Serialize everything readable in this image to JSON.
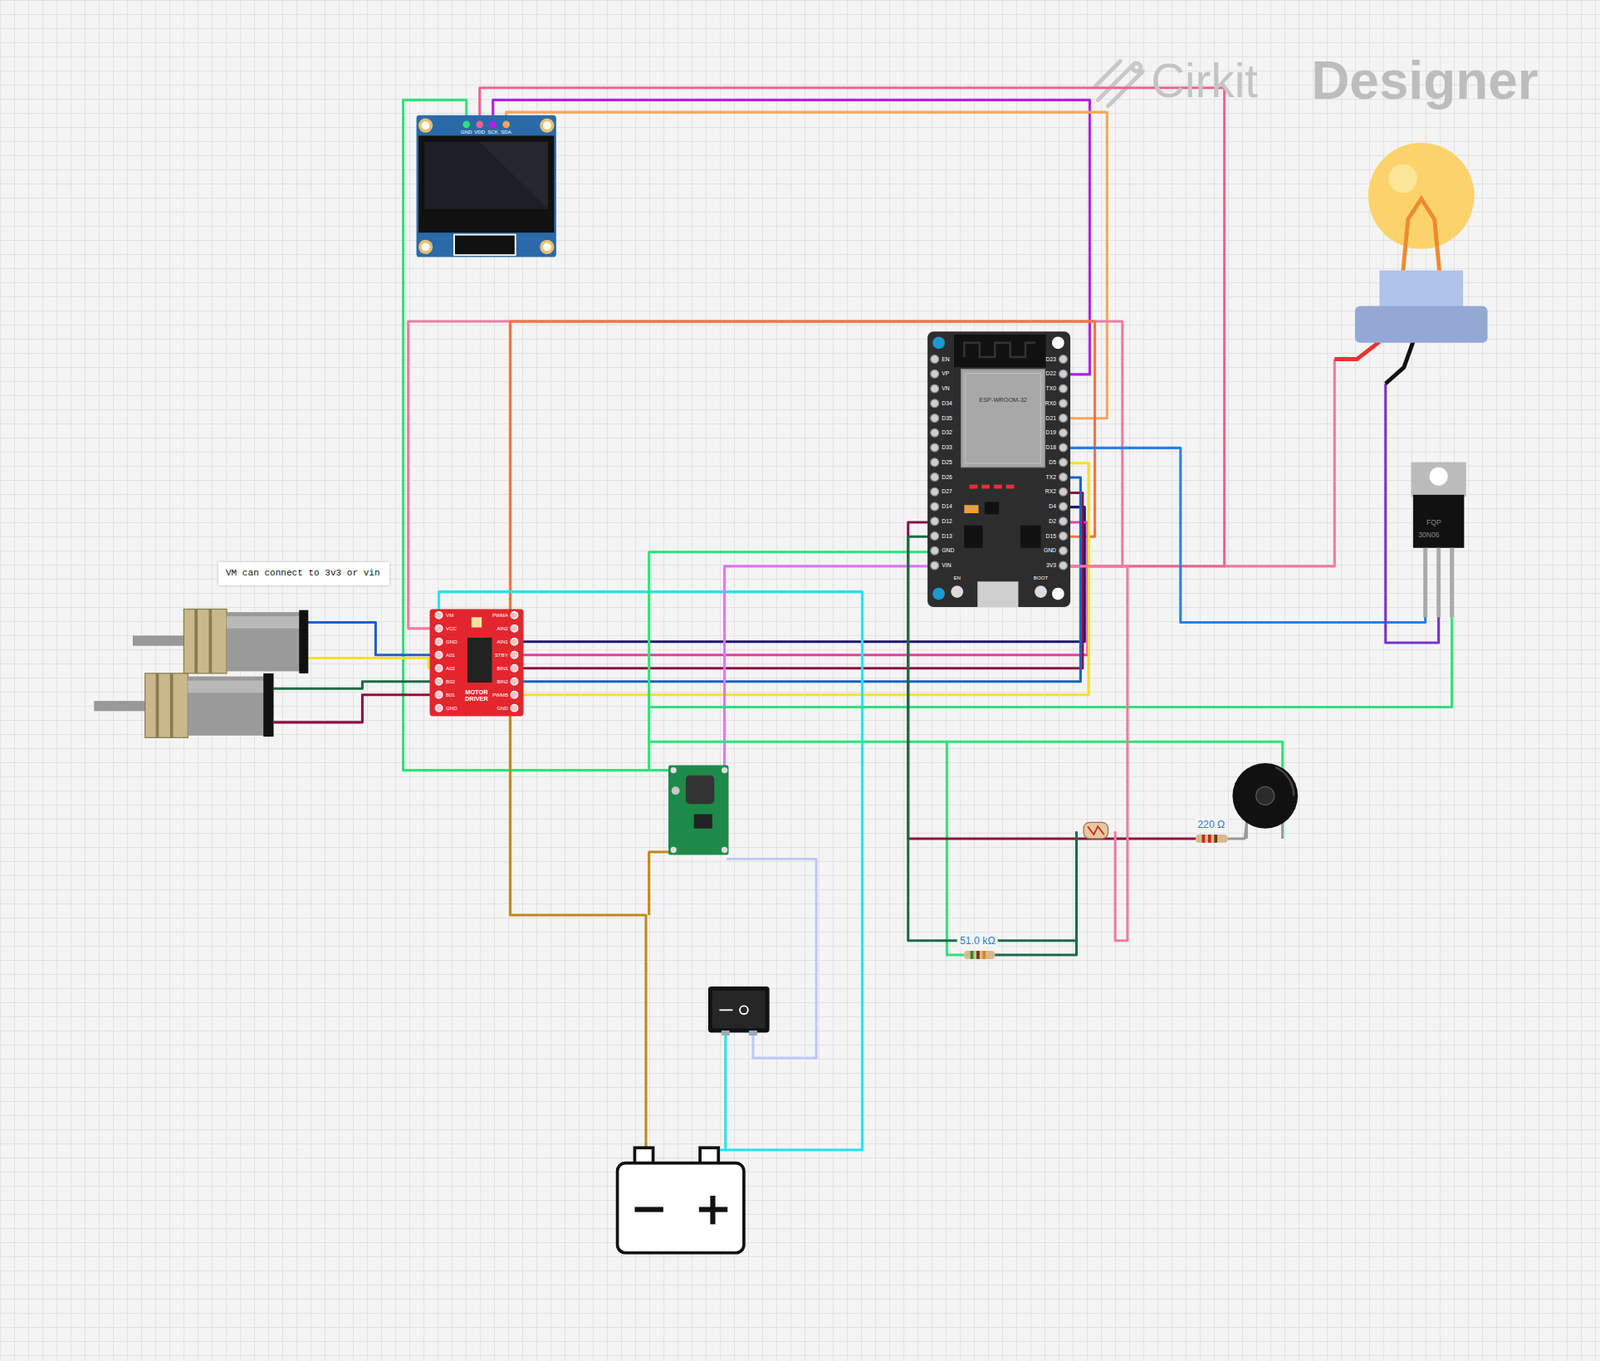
{
  "diagram": {
    "nodes": [
      {
        "text": [
          "VM can connect to 3v3 or vin"
        ]
      }
    ],
    "labels": [
      "GND",
      "VDD",
      "SCK",
      "SDA",
      "EN",
      "VP",
      "VN",
      "D34",
      "D35",
      "D32",
      "D33",
      "D25",
      "D26",
      "D27",
      "D14",
      "D12",
      "D13",
      "GND",
      "VIN",
      "D23",
      "D22",
      "TX0",
      "RX0",
      "D21",
      "D19",
      "D18",
      "D5",
      "TX2",
      "RX2",
      "D4",
      "D2",
      "D15",
      "GND",
      "3V3",
      "ESP-WROOM-32",
      "EN",
      "BOOT",
      "VM",
      "VCC",
      "GND",
      "A01",
      "A02",
      "B02",
      "B01",
      "GND",
      "PWMA",
      "AIN2",
      "AIN1",
      "STBY",
      "BIN1",
      "BIN2",
      "PWMB",
      "GND",
      "MOTOR DRIVER",
      "220 Ω",
      "51.0 kΩ",
      "FQP",
      "30N06",
      "Cirkit",
      "Designer"
    ]
  }
}
